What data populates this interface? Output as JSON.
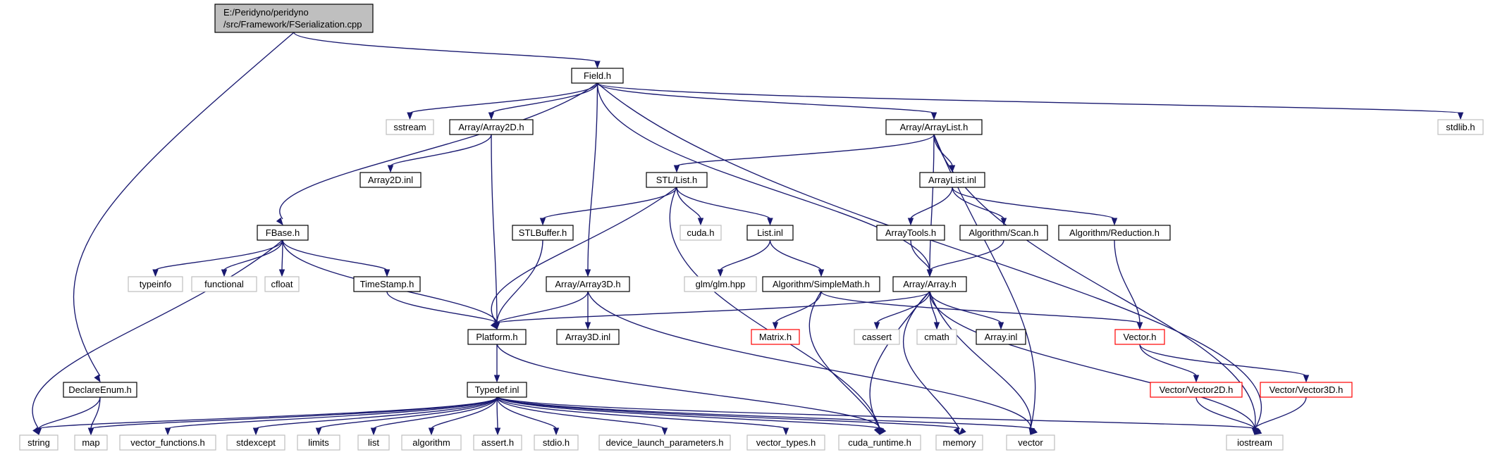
{
  "graph": {
    "colors": {
      "edge": "#191970",
      "node_border": "#000000",
      "system_border": "#bfbfbf",
      "missing_border": "#ff0000",
      "root_fill": "#bfbfbf",
      "node_fill": "#ffffff"
    },
    "root": {
      "id": "root",
      "lines": [
        "E:/Peridyno/peridyno",
        "/src/Framework/FSerialization.cpp"
      ]
    },
    "nodes": [
      {
        "id": "field",
        "label": "Field.h",
        "kind": "normal"
      },
      {
        "id": "sstream",
        "label": "sstream",
        "kind": "system"
      },
      {
        "id": "array2d",
        "label": "Array/Array2D.h",
        "kind": "normal"
      },
      {
        "id": "arraylist",
        "label": "Array/ArrayList.h",
        "kind": "normal"
      },
      {
        "id": "stdlib",
        "label": "stdlib.h",
        "kind": "system"
      },
      {
        "id": "array2dinl",
        "label": "Array2D.inl",
        "kind": "normal"
      },
      {
        "id": "stllist",
        "label": "STL/List.h",
        "kind": "normal"
      },
      {
        "id": "arraylistinl",
        "label": "ArrayList.inl",
        "kind": "normal"
      },
      {
        "id": "fbase",
        "label": "FBase.h",
        "kind": "normal"
      },
      {
        "id": "stlbuffer",
        "label": "STLBuffer.h",
        "kind": "normal"
      },
      {
        "id": "cudah",
        "label": "cuda.h",
        "kind": "system"
      },
      {
        "id": "listinl",
        "label": "List.inl",
        "kind": "normal"
      },
      {
        "id": "arraytools",
        "label": "ArrayTools.h",
        "kind": "normal"
      },
      {
        "id": "scan",
        "label": "Algorithm/Scan.h",
        "kind": "normal"
      },
      {
        "id": "reduction",
        "label": "Algorithm/Reduction.h",
        "kind": "normal"
      },
      {
        "id": "typeinfo",
        "label": "typeinfo",
        "kind": "system"
      },
      {
        "id": "functional",
        "label": "functional",
        "kind": "system"
      },
      {
        "id": "cfloat",
        "label": "cfloat",
        "kind": "system"
      },
      {
        "id": "timestamp",
        "label": "TimeStamp.h",
        "kind": "normal"
      },
      {
        "id": "glm",
        "label": "glm/glm.hpp",
        "kind": "system"
      },
      {
        "id": "array3d",
        "label": "Array/Array3D.h",
        "kind": "normal"
      },
      {
        "id": "simplemath",
        "label": "Algorithm/SimpleMath.h",
        "kind": "normal"
      },
      {
        "id": "array",
        "label": "Array/Array.h",
        "kind": "normal"
      },
      {
        "id": "platform",
        "label": "Platform.h",
        "kind": "normal"
      },
      {
        "id": "array3dinl",
        "label": "Array3D.inl",
        "kind": "normal"
      },
      {
        "id": "matrix",
        "label": "Matrix.h",
        "kind": "missing"
      },
      {
        "id": "cassert",
        "label": "cassert",
        "kind": "system"
      },
      {
        "id": "cmath",
        "label": "cmath",
        "kind": "system"
      },
      {
        "id": "arrayinl",
        "label": "Array.inl",
        "kind": "normal"
      },
      {
        "id": "vectorh",
        "label": "Vector.h",
        "kind": "missing"
      },
      {
        "id": "declareenum",
        "label": "DeclareEnum.h",
        "kind": "normal"
      },
      {
        "id": "typedef",
        "label": "Typedef.inl",
        "kind": "normal"
      },
      {
        "id": "vector2d",
        "label": "Vector/Vector2D.h",
        "kind": "missing"
      },
      {
        "id": "vector3d",
        "label": "Vector/Vector3D.h",
        "kind": "missing"
      },
      {
        "id": "string",
        "label": "string",
        "kind": "system"
      },
      {
        "id": "map",
        "label": "map",
        "kind": "system"
      },
      {
        "id": "vecfunc",
        "label": "vector_functions.h",
        "kind": "system"
      },
      {
        "id": "stdexcept",
        "label": "stdexcept",
        "kind": "system"
      },
      {
        "id": "limits",
        "label": "limits",
        "kind": "system"
      },
      {
        "id": "list",
        "label": "list",
        "kind": "system"
      },
      {
        "id": "algorithm",
        "label": "algorithm",
        "kind": "system"
      },
      {
        "id": "asserth",
        "label": "assert.h",
        "kind": "system"
      },
      {
        "id": "stdio",
        "label": "stdio.h",
        "kind": "system"
      },
      {
        "id": "devlaunch",
        "label": "device_launch_parameters.h",
        "kind": "system"
      },
      {
        "id": "vectypes",
        "label": "vector_types.h",
        "kind": "system"
      },
      {
        "id": "cudaruntime",
        "label": "cuda_runtime.h",
        "kind": "system"
      },
      {
        "id": "memory",
        "label": "memory",
        "kind": "system"
      },
      {
        "id": "vector",
        "label": "vector",
        "kind": "system"
      },
      {
        "id": "iostream",
        "label": "iostream",
        "kind": "system"
      }
    ],
    "edges": [
      [
        "root",
        "field"
      ],
      [
        "root",
        "declareenum"
      ],
      [
        "field",
        "sstream"
      ],
      [
        "field",
        "array2d"
      ],
      [
        "field",
        "arraylist"
      ],
      [
        "field",
        "stdlib"
      ],
      [
        "field",
        "fbase"
      ],
      [
        "field",
        "array3d"
      ],
      [
        "field",
        "array"
      ],
      [
        "field",
        "iostream"
      ],
      [
        "array2d",
        "array2dinl"
      ],
      [
        "array2d",
        "platform"
      ],
      [
        "arraylist",
        "stllist"
      ],
      [
        "arraylist",
        "arraylistinl"
      ],
      [
        "arraylist",
        "array"
      ],
      [
        "arraylist",
        "vector"
      ],
      [
        "arraylist",
        "iostream"
      ],
      [
        "stllist",
        "stlbuffer"
      ],
      [
        "stllist",
        "cudah"
      ],
      [
        "stllist",
        "listinl"
      ],
      [
        "stllist",
        "platform"
      ],
      [
        "stllist",
        "cudaruntime"
      ],
      [
        "arraylistinl",
        "arraytools"
      ],
      [
        "arraylistinl",
        "scan"
      ],
      [
        "arraylistinl",
        "reduction"
      ],
      [
        "fbase",
        "typeinfo"
      ],
      [
        "fbase",
        "functional"
      ],
      [
        "fbase",
        "cfloat"
      ],
      [
        "fbase",
        "timestamp"
      ],
      [
        "fbase",
        "platform"
      ],
      [
        "fbase",
        "string"
      ],
      [
        "stlbuffer",
        "platform"
      ],
      [
        "listinl",
        "glm"
      ],
      [
        "listinl",
        "simplemath"
      ],
      [
        "arraytools",
        "array"
      ],
      [
        "scan",
        "array"
      ],
      [
        "reduction",
        "vectorh"
      ],
      [
        "timestamp",
        "platform"
      ],
      [
        "array3d",
        "platform"
      ],
      [
        "array3d",
        "array3dinl"
      ],
      [
        "array3d",
        "vector"
      ],
      [
        "simplemath",
        "matrix"
      ],
      [
        "simplemath",
        "vectorh"
      ],
      [
        "simplemath",
        "cudaruntime"
      ],
      [
        "array",
        "platform"
      ],
      [
        "array",
        "cassert"
      ],
      [
        "array",
        "cmath"
      ],
      [
        "array",
        "arrayinl"
      ],
      [
        "array",
        "vector"
      ],
      [
        "array",
        "iostream"
      ],
      [
        "array",
        "memory"
      ],
      [
        "array",
        "cudaruntime"
      ],
      [
        "platform",
        "typedef"
      ],
      [
        "platform",
        "cudaruntime"
      ],
      [
        "vectorh",
        "vector2d"
      ],
      [
        "vectorh",
        "vector3d"
      ],
      [
        "vector2d",
        "iostream"
      ],
      [
        "vector3d",
        "iostream"
      ],
      [
        "declareenum",
        "string"
      ],
      [
        "declareenum",
        "map"
      ],
      [
        "typedef",
        "string"
      ],
      [
        "typedef",
        "map"
      ],
      [
        "typedef",
        "vecfunc"
      ],
      [
        "typedef",
        "stdexcept"
      ],
      [
        "typedef",
        "limits"
      ],
      [
        "typedef",
        "list"
      ],
      [
        "typedef",
        "algorithm"
      ],
      [
        "typedef",
        "asserth"
      ],
      [
        "typedef",
        "stdio"
      ],
      [
        "typedef",
        "devlaunch"
      ],
      [
        "typedef",
        "vectypes"
      ],
      [
        "typedef",
        "cudaruntime"
      ],
      [
        "typedef",
        "memory"
      ],
      [
        "typedef",
        "vector"
      ],
      [
        "typedef",
        "iostream"
      ]
    ]
  }
}
